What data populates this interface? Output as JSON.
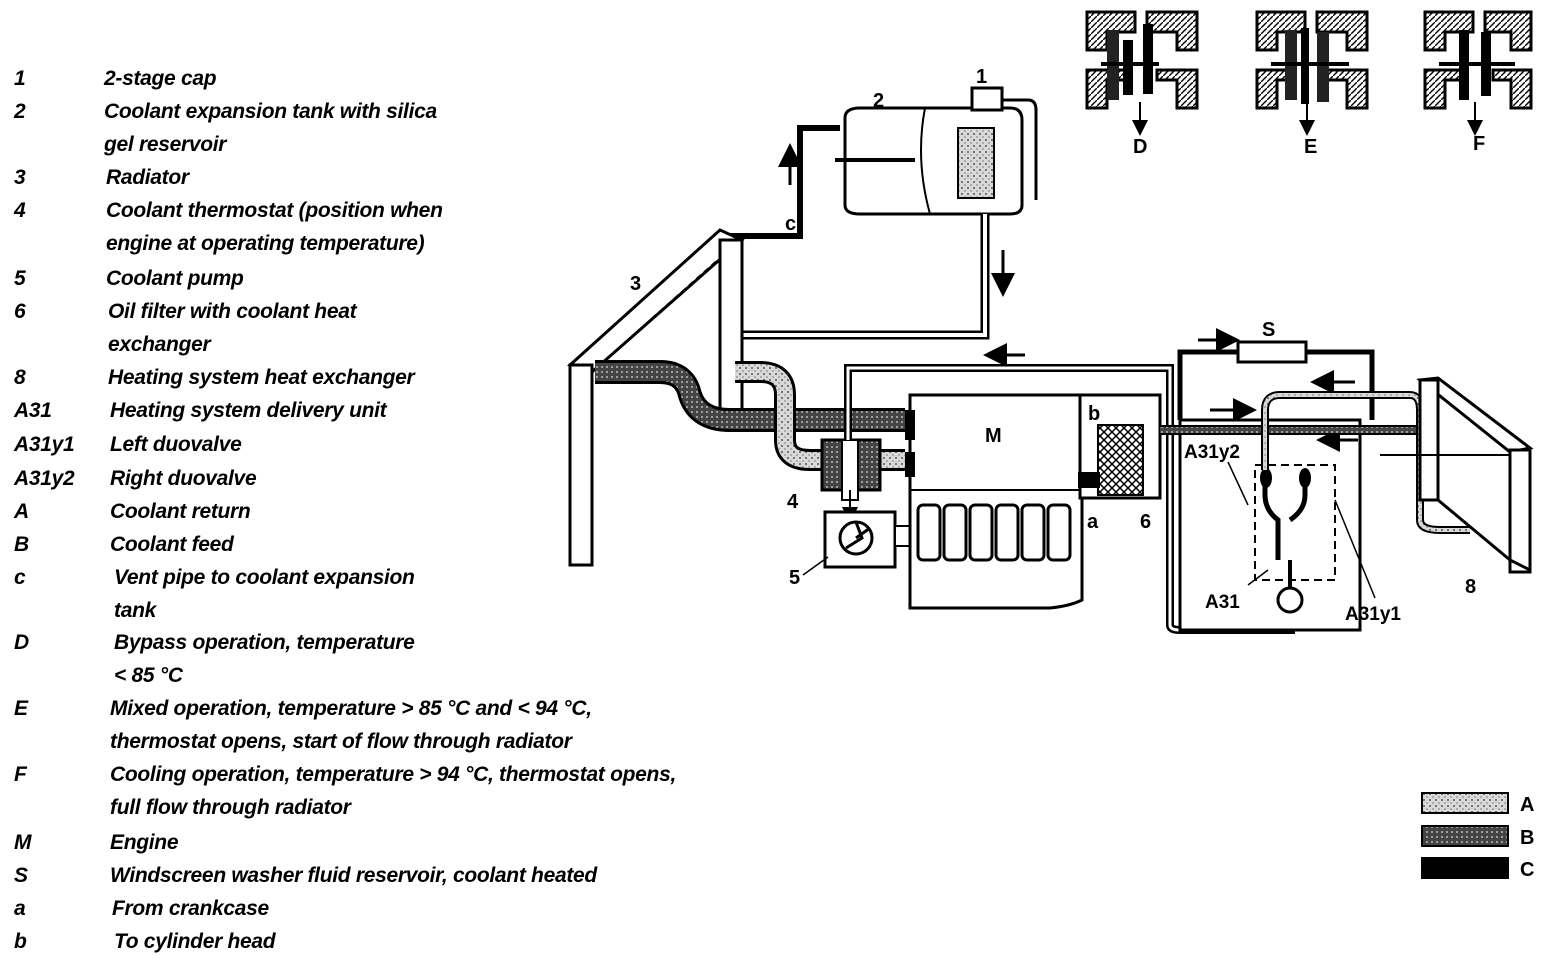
{
  "legend": [
    {
      "key": "1",
      "text": [
        "2-stage cap"
      ]
    },
    {
      "key": "2",
      "text": [
        "Coolant expansion tank with silica",
        "gel reservoir"
      ]
    },
    {
      "key": "3",
      "text": [
        "Radiator"
      ]
    },
    {
      "key": "4",
      "text": [
        "Coolant thermostat (position when",
        "engine at operating temperature)"
      ]
    },
    {
      "key": "5",
      "text": [
        "Coolant pump"
      ]
    },
    {
      "key": "6",
      "text": [
        "Oil filter with coolant heat",
        "exchanger"
      ]
    },
    {
      "key": "8",
      "text": [
        "Heating system heat exchanger"
      ]
    },
    {
      "key": "A31",
      "text": [
        "Heating system delivery unit"
      ]
    },
    {
      "key": "A31y1",
      "text": [
        "Left duovalve"
      ]
    },
    {
      "key": "A31y2",
      "text": [
        "Right duovalve"
      ]
    },
    {
      "key": "A",
      "text": [
        "Coolant return"
      ]
    },
    {
      "key": "B",
      "text": [
        "Coolant feed"
      ]
    },
    {
      "key": "c",
      "text": [
        "Vent pipe to coolant expansion",
        "tank"
      ]
    },
    {
      "key": "D",
      "text": [
        "Bypass operation, temperature",
        "< 85 °C"
      ]
    },
    {
      "key": "E",
      "text": [
        "Mixed operation, temperature > 85 °C and < 94 °C,",
        "thermostat opens, start of flow through radiator"
      ]
    },
    {
      "key": "F",
      "text": [
        "Cooling operation, temperature > 94 °C, thermostat opens,",
        "full flow through radiator"
      ]
    },
    {
      "key": "M",
      "text": [
        "Engine"
      ]
    },
    {
      "key": "S",
      "text": [
        "Windscreen washer fluid reservoir, coolant heated"
      ]
    },
    {
      "key": "a",
      "text": [
        "From crankcase"
      ]
    },
    {
      "key": "b",
      "text": [
        "To cylinder head"
      ]
    }
  ],
  "diagram_labels": {
    "cap": "1",
    "tank": "2",
    "radiator": "3",
    "thermostat": "4",
    "pump": "5",
    "oil_filter": "6",
    "heat_exchanger": "8",
    "engine": "M",
    "washer_reservoir": "S",
    "vent_pipe": "c",
    "from_crankcase": "a",
    "to_cylinder_head": "b",
    "delivery_unit": "A31",
    "left_duovalve": "A31y1",
    "right_duovalve": "A31y2"
  },
  "thermostat_states": [
    "D",
    "E",
    "F"
  ],
  "line_legend": [
    {
      "key": "A",
      "pattern": "light-hatch"
    },
    {
      "key": "B",
      "pattern": "dark-hatch"
    },
    {
      "key": "C",
      "pattern": "solid-black"
    }
  ],
  "colors": {
    "ink": "#000000",
    "background": "#ffffff",
    "hatch_light": "#9a9a9a",
    "hatch_dark": "#3a3a3a"
  }
}
